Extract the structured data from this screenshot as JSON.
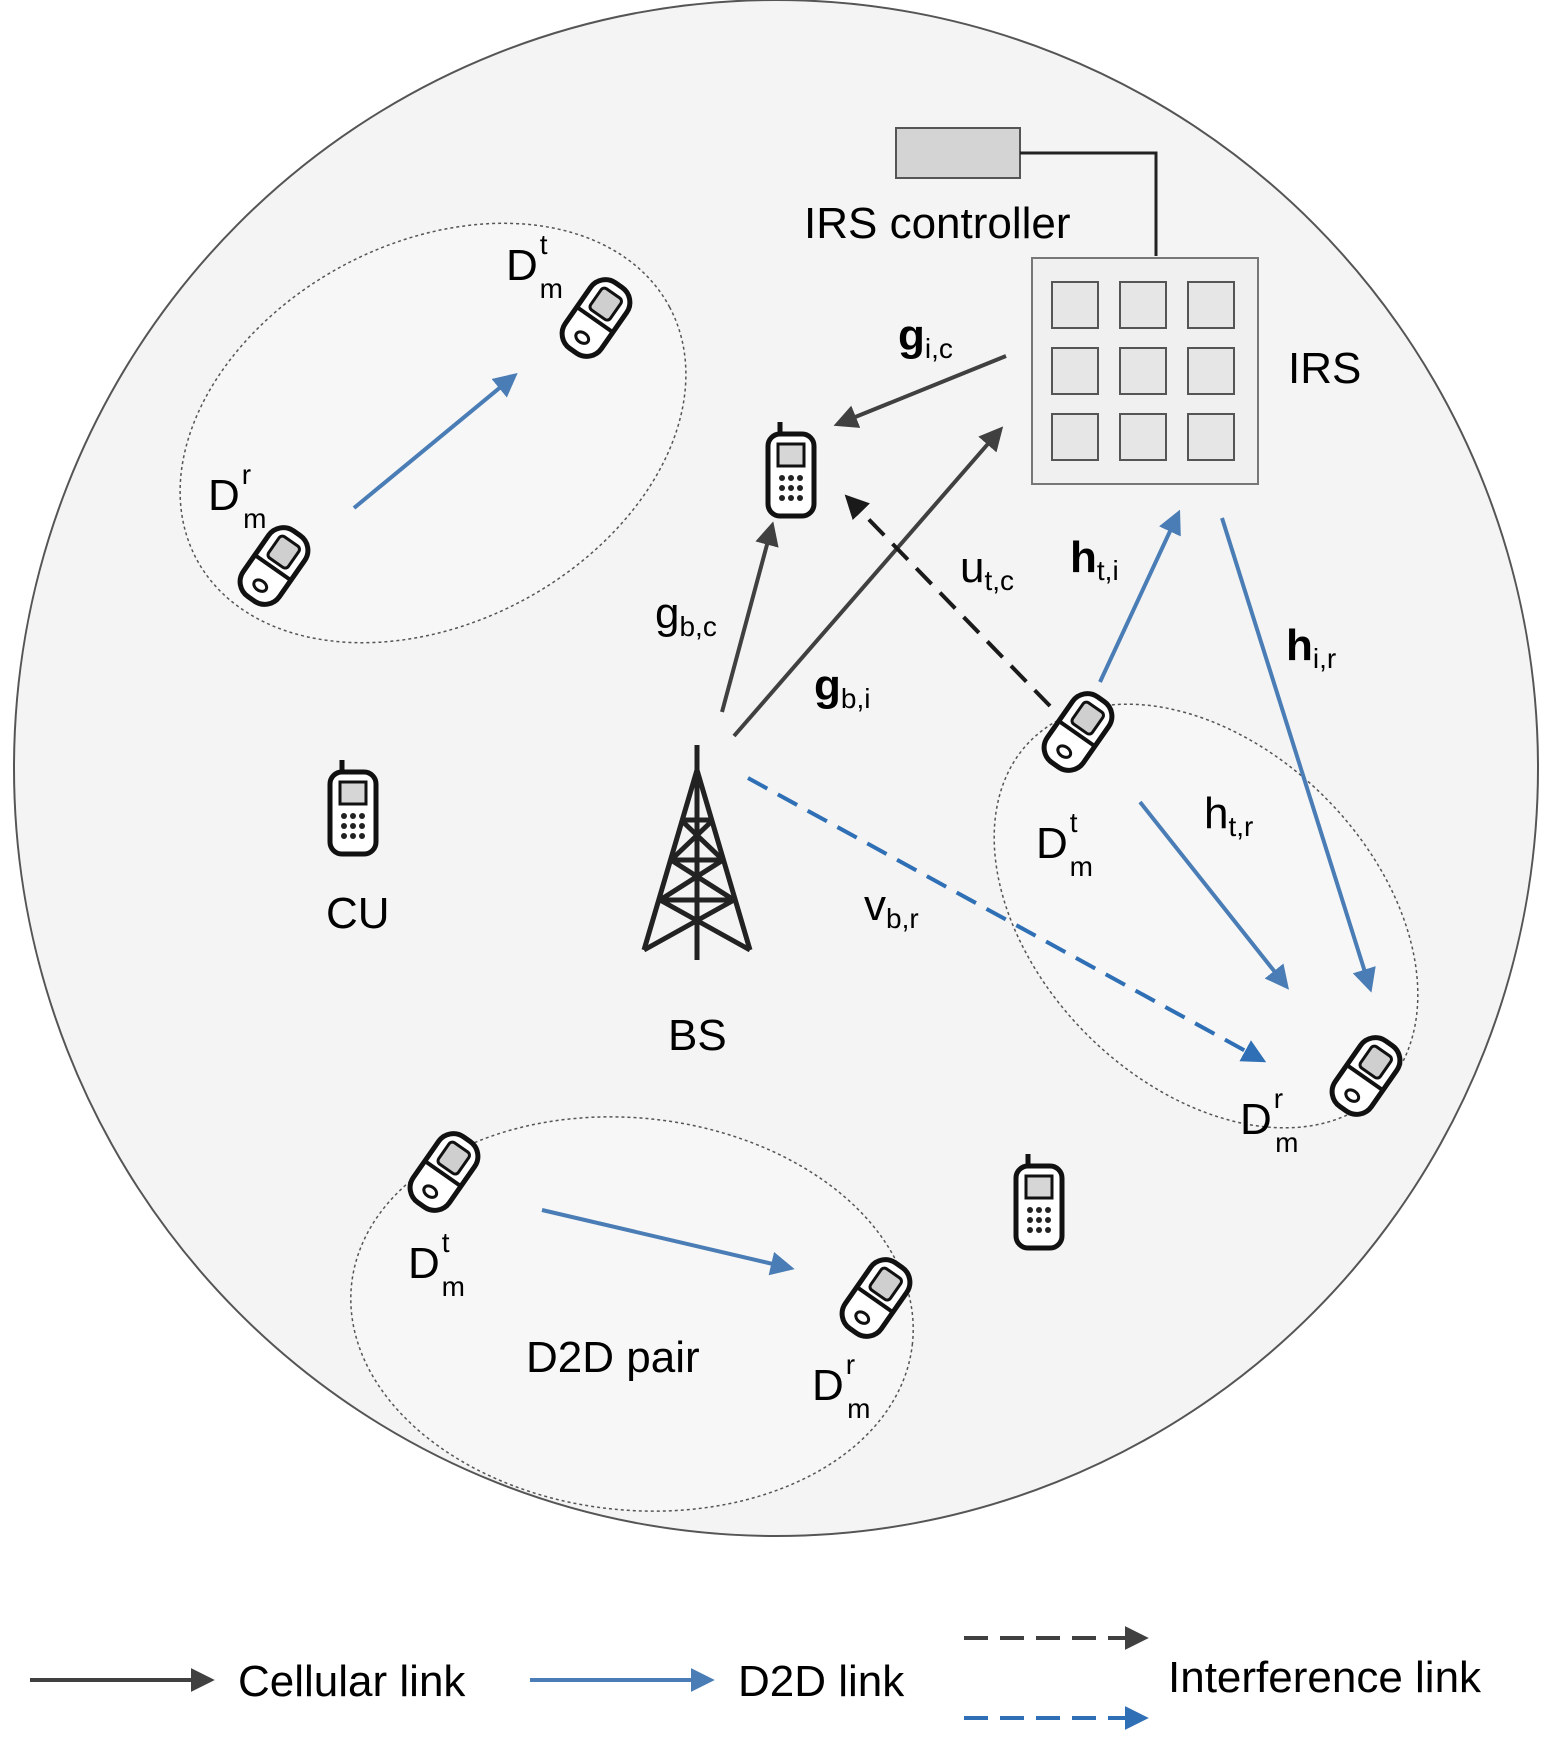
{
  "colors": {
    "cell_bg": "#f4f4f4",
    "cellular": "#404040",
    "d2d": "#4a7db5",
    "interference_black": "#1a1a1a",
    "interference_blue": "#2f6fb5",
    "irs_panel": "#f0f0f0",
    "controller": "#d4d4d4"
  },
  "labels": {
    "irs_controller": "IRS controller",
    "irs": "IRS",
    "bs": "BS",
    "cu": "CU",
    "d2d_pair": "D2D pair",
    "d": "D",
    "sup_t": "t",
    "sup_r": "r",
    "sub_m": "m"
  },
  "channels": {
    "g_ic": {
      "main": "g",
      "sub": "i,c"
    },
    "g_bc": {
      "main": "g",
      "sub": "b,c"
    },
    "g_bi": {
      "main": "g",
      "sub": "b,i"
    },
    "u_tc": {
      "main": "u",
      "sub": "t,c"
    },
    "h_ti": {
      "main": "h",
      "sub": "t,i"
    },
    "h_ir": {
      "main": "h",
      "sub": "i,r"
    },
    "h_tr": {
      "main": "h",
      "sub": "t,r"
    },
    "v_br": {
      "main": "v",
      "sub": "b,r"
    }
  },
  "legend": {
    "cellular": "Cellular link",
    "d2d": "D2D link",
    "interference": "Interference link"
  }
}
